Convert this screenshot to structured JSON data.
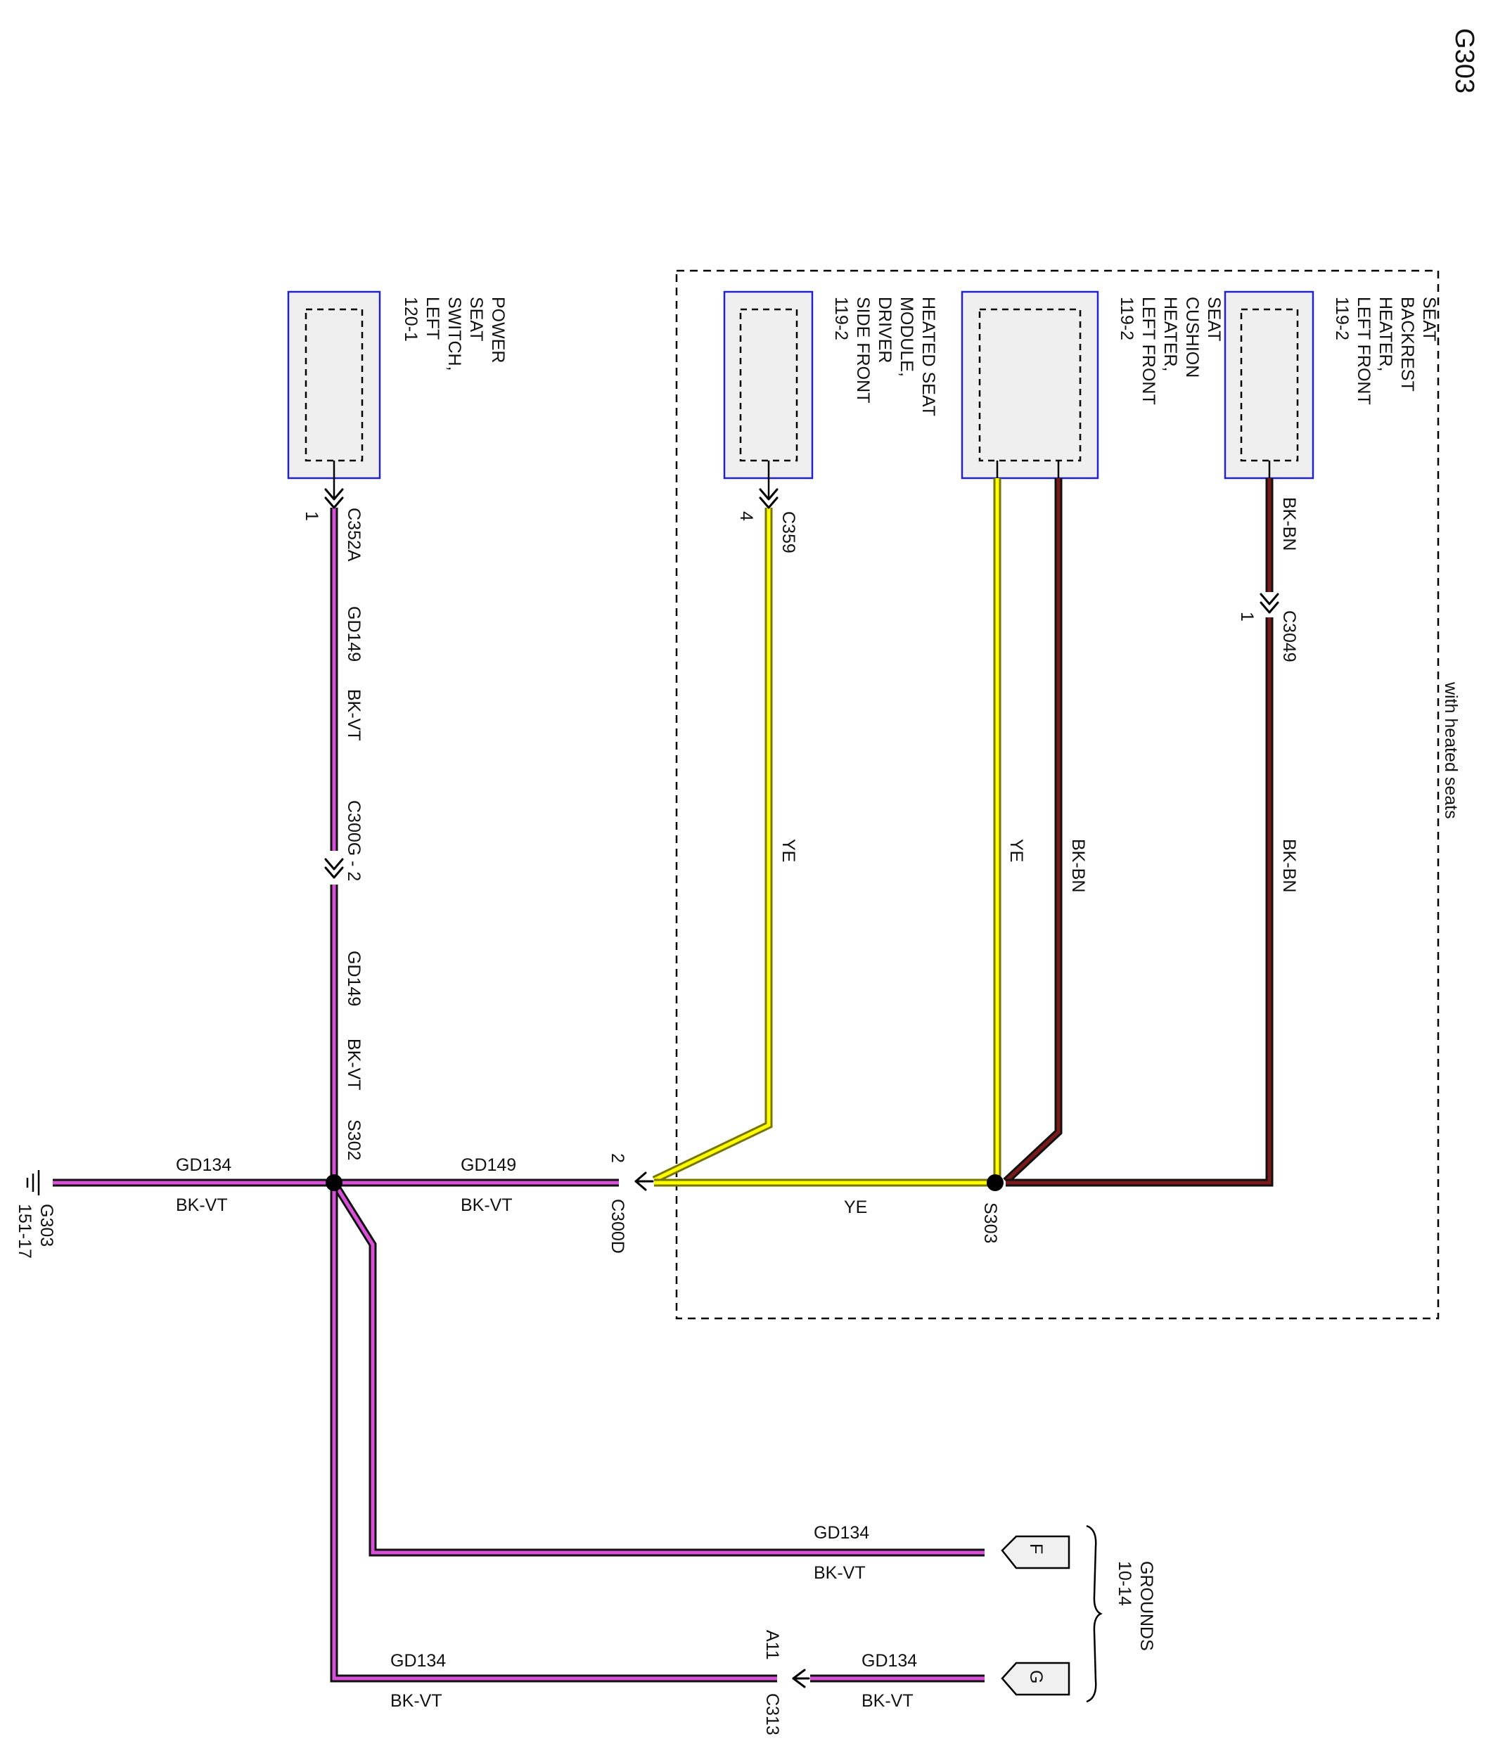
{
  "diagram_id": "G303",
  "optional_group_label": "with heated seats",
  "colors": {
    "bk_vt_core": "#111111",
    "bk_vt_stripe": "#d84fd8",
    "bk_bn_core": "#111111",
    "bk_bn_stripe": "#7a1a1a",
    "ye": "#ffff00",
    "ye_edge": "#777700",
    "component_border": "#2222cc",
    "component_fill": "#efefef",
    "dashed_line": "#000000"
  },
  "components": {
    "power_seat_switch": {
      "lines": [
        "POWER",
        "SEAT",
        "SWITCH,",
        "LEFT",
        "120-1"
      ]
    },
    "heated_seat_module": {
      "lines": [
        "HEATED SEAT",
        "MODULE,",
        "DRIVER",
        "SIDE FRONT",
        "119-2"
      ]
    },
    "seat_cushion_heater": {
      "lines": [
        "SEAT",
        "CUSHION",
        "HEATER,",
        "LEFT FRONT",
        "119-2"
      ]
    },
    "seat_backrest_heater": {
      "lines": [
        "SEAT",
        "BACKREST",
        "HEATER,",
        "LEFT FRONT",
        "119-2"
      ]
    }
  },
  "connectors": {
    "c352a": {
      "name": "C352A",
      "pin": "1"
    },
    "c300g": {
      "name": "C300G - 2"
    },
    "c359": {
      "name": "C359",
      "pin": "4"
    },
    "c3049": {
      "name": "C3049",
      "pin": "1"
    },
    "c300d": {
      "name": "C300D",
      "pin": "2"
    },
    "c313": {
      "name": "C313",
      "pin": "A11"
    }
  },
  "splices": {
    "s302": "S302",
    "s303": "S303"
  },
  "ground": {
    "name": "G303",
    "ref": "151-17"
  },
  "wires": {
    "switch_upper": {
      "circuit": "GD149",
      "color": "BK-VT"
    },
    "switch_lower": {
      "circuit": "GD149",
      "color": "BK-VT"
    },
    "to_ground": {
      "circuit": "GD134",
      "color": "BK-VT"
    },
    "to_c300d": {
      "circuit": "GD149",
      "color": "BK-VT"
    },
    "module_ye": {
      "color": "YE"
    },
    "cushion_ye": {
      "color": "YE"
    },
    "cushion_bkbn": {
      "color": "BK-BN"
    },
    "backrest_top": {
      "color": "BK-BN"
    },
    "backrest_lower": {
      "color": "BK-BN"
    },
    "splice_ye": {
      "color": "YE"
    },
    "to_f": {
      "circuit": "GD134",
      "color": "BK-VT"
    },
    "to_c313": {
      "circuit": "GD134",
      "color": "BK-VT"
    },
    "c313_to_g": {
      "circuit": "GD134",
      "color": "BK-VT"
    }
  },
  "grounds_ref": {
    "title": "GROUNDS",
    "ref": "10-14",
    "f_label": "F",
    "g_label": "G"
  }
}
